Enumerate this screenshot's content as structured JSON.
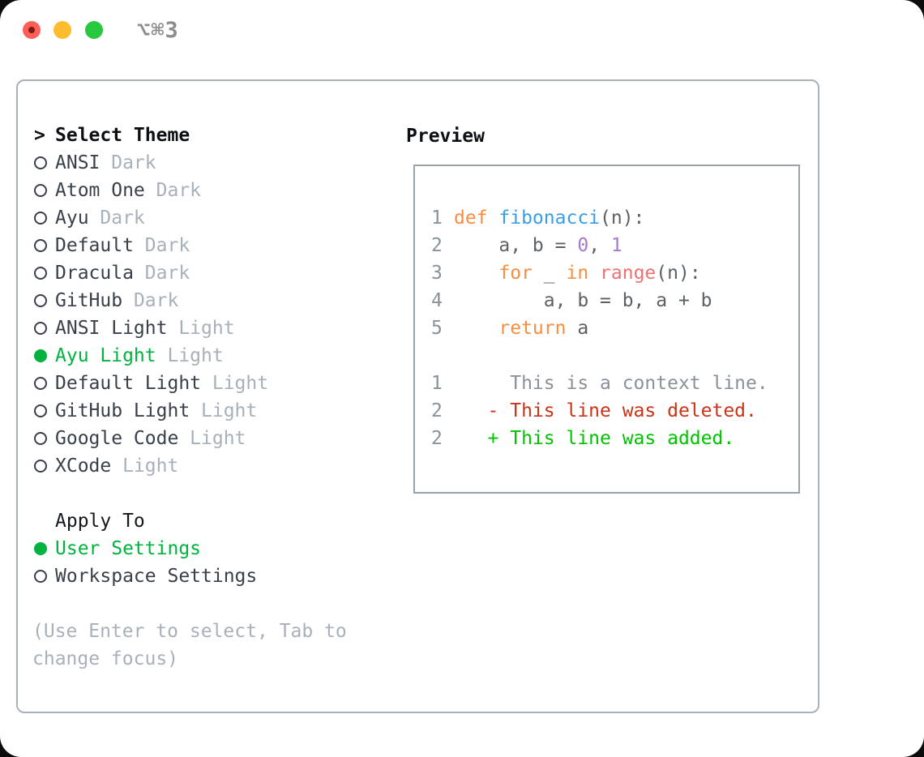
{
  "window": {
    "title": "⌥⌘3",
    "traffic_lights": [
      {
        "name": "close",
        "color": "#ff5f57"
      },
      {
        "name": "minimize",
        "color": "#febc2e"
      },
      {
        "name": "zoom",
        "color": "#28c840"
      }
    ]
  },
  "theme_picker": {
    "prompt_char": ">",
    "header": "Select Theme",
    "items": [
      {
        "name": "ANSI",
        "variant": "Dark",
        "selected": false
      },
      {
        "name": "Atom One",
        "variant": "Dark",
        "selected": false
      },
      {
        "name": "Ayu",
        "variant": "Dark",
        "selected": false
      },
      {
        "name": "Default",
        "variant": "Dark",
        "selected": false
      },
      {
        "name": "Dracula",
        "variant": "Dark",
        "selected": false
      },
      {
        "name": "GitHub",
        "variant": "Dark",
        "selected": false
      },
      {
        "name": "ANSI Light",
        "variant": "Light",
        "selected": false
      },
      {
        "name": "Ayu Light",
        "variant": "Light",
        "selected": true
      },
      {
        "name": "Default Light",
        "variant": "Light",
        "selected": false
      },
      {
        "name": "GitHub Light",
        "variant": "Light",
        "selected": false
      },
      {
        "name": "Google Code",
        "variant": "Light",
        "selected": false
      },
      {
        "name": "XCode",
        "variant": "Light",
        "selected": false
      }
    ],
    "apply_to": {
      "header": "Apply To",
      "options": [
        {
          "label": "User Settings",
          "selected": true
        },
        {
          "label": "Workspace Settings",
          "selected": false
        }
      ]
    },
    "hint_lines": [
      "(Use Enter to select, Tab to",
      "change focus)"
    ]
  },
  "preview": {
    "label": "Preview",
    "code_lines": [
      {
        "kind": "code",
        "num": "1",
        "tokens": [
          {
            "t": "def ",
            "c": "keyword"
          },
          {
            "t": "fibonacci",
            "c": "function"
          },
          {
            "t": "(n):",
            "c": "fg"
          }
        ]
      },
      {
        "kind": "code",
        "num": "2",
        "tokens": [
          {
            "t": "    a, b = ",
            "c": "fg"
          },
          {
            "t": "0",
            "c": "number"
          },
          {
            "t": ", ",
            "c": "fg"
          },
          {
            "t": "1",
            "c": "number"
          }
        ]
      },
      {
        "kind": "code",
        "num": "3",
        "tokens": [
          {
            "t": "    ",
            "c": "fg"
          },
          {
            "t": "for",
            "c": "keyword"
          },
          {
            "t": " _ ",
            "c": "fg"
          },
          {
            "t": "in",
            "c": "keyword"
          },
          {
            "t": " ",
            "c": "fg"
          },
          {
            "t": "range",
            "c": "call"
          },
          {
            "t": "(n):",
            "c": "fg"
          }
        ]
      },
      {
        "kind": "code",
        "num": "4",
        "tokens": [
          {
            "t": "        a, b = b, a + b",
            "c": "fg"
          }
        ]
      },
      {
        "kind": "code",
        "num": "5",
        "tokens": [
          {
            "t": "    ",
            "c": "fg"
          },
          {
            "t": "return",
            "c": "keyword"
          },
          {
            "t": " a",
            "c": "fg"
          }
        ]
      },
      {
        "kind": "blank",
        "num": "",
        "tokens": []
      },
      {
        "kind": "diff-context",
        "num": "1",
        "tokens": [
          {
            "t": "     This is a context line.",
            "c": "context"
          }
        ]
      },
      {
        "kind": "diff-deleted",
        "num": "2",
        "tokens": [
          {
            "t": "   - This line was deleted.",
            "c": "removed"
          }
        ]
      },
      {
        "kind": "diff-added",
        "num": "2",
        "tokens": [
          {
            "t": "   + This line was added.",
            "c": "added"
          }
        ]
      }
    ]
  },
  "colors": {
    "keyword": "#fa8d3e",
    "function": "#399ee6",
    "call": "#f07171",
    "number": "#a37acc",
    "fg": "#5c6166",
    "linenum": "#8a9199",
    "context": "#8a9199",
    "removed": "#c93418",
    "added": "#00c200",
    "accent_green": "#00b33e",
    "muted": "#a8b0ba",
    "text_dark": "#394049",
    "light_red": "#ff5f57",
    "light_yellow": "#febc2e",
    "light_green": "#28c840",
    "title_gray": "#8b8d90"
  }
}
